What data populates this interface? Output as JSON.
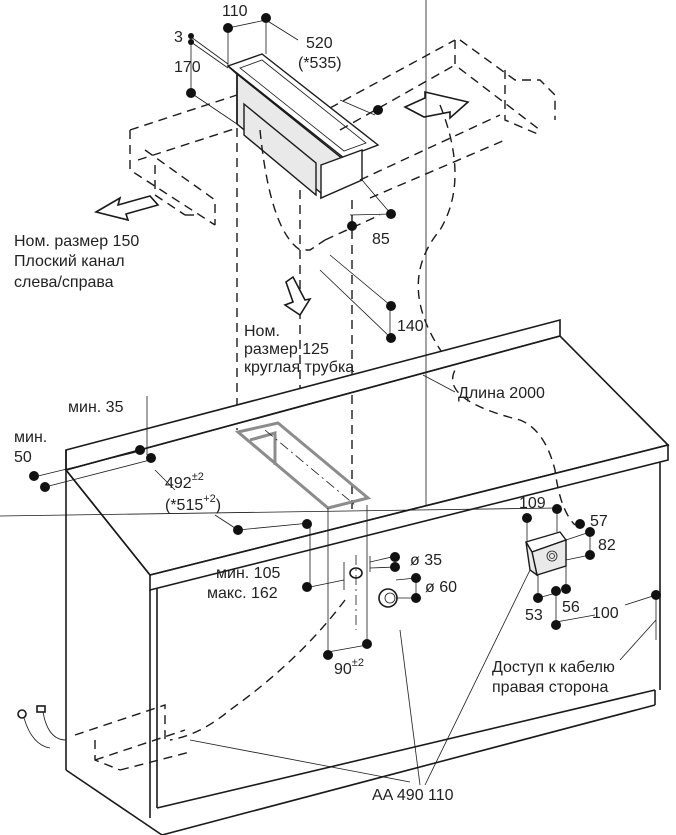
{
  "diagram": {
    "title": "",
    "dimensions": {
      "width_unit_top": "110",
      "gap_top": "3",
      "height_unit": "170",
      "length_unit": "520",
      "length_unit_alt": "(*535)",
      "depth_lower": "85",
      "drop": "140",
      "min_back": "мин. 35",
      "min_side_line1": "мин.",
      "min_side_line2": "50",
      "cutout_depth": "492",
      "cutout_depth_tol": "±2",
      "cutout_depth_alt_open": "(*515",
      "cutout_depth_alt_tol": "+2",
      "cutout_depth_alt_close": ")",
      "min_height": "мин. 105",
      "max_height": "макс. 162",
      "hole_small": "ø 35",
      "hole_large": "ø 60",
      "cutout_width": "90",
      "cutout_width_tol": "±2",
      "box_width": "109",
      "box_depth": "57",
      "box_height": "82",
      "box_offset_a": "53",
      "box_offset_b": "56",
      "box_edge": "100"
    },
    "labels": {
      "flat_duct_line1": "Ном. размер 150",
      "flat_duct_line2": "Плоский канал",
      "flat_duct_line3": "слева/справа",
      "round_pipe_line1": "Ном.",
      "round_pipe_line2": "размер 125",
      "round_pipe_line3": "круглая трубка",
      "cable_length": "Длина 2000",
      "cable_access_line1": "Доступ к кабелю",
      "cable_access_line2": "правая сторона",
      "accessory_code": "AA 490 110"
    },
    "icons": [
      "power-plug-icon",
      "connector-plug-icon",
      "airflow-arrow-left-icon",
      "airflow-arrow-right-icon",
      "airflow-arrow-down-icon"
    ]
  }
}
